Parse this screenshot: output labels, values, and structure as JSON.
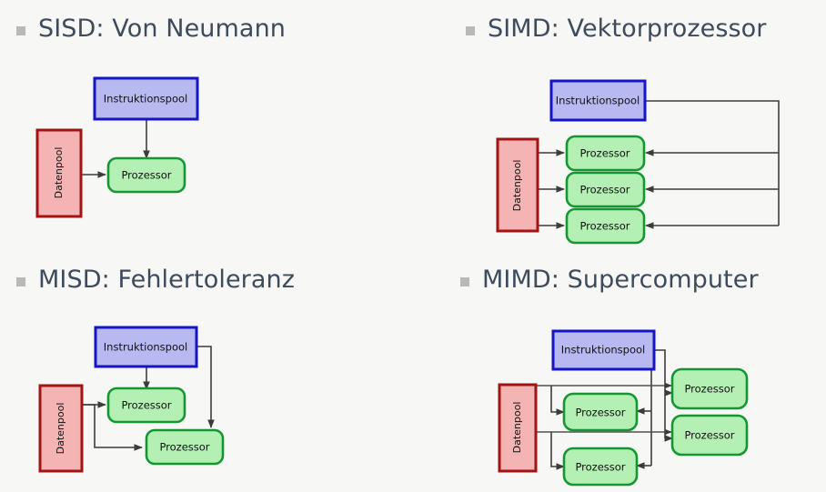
{
  "slide": {
    "background_color": "#f7f7f5",
    "bullet_color": "#b9b9b9",
    "title_color": "#3d4b5c"
  },
  "palette": {
    "instruction_fill": "#b9b9f2",
    "instruction_stroke": "#1414c8",
    "processor_fill": "#b4f0b4",
    "processor_stroke": "#149632",
    "data_fill": "#f5b4b4",
    "data_stroke": "#a01414",
    "arrow_color": "#3c3c3c"
  },
  "quadrants": [
    {
      "id": "sisd",
      "title": "SISD: Von Neumann",
      "bullet": "square-bullet",
      "nodes": {
        "instruction_pool": "Instruktionspool",
        "data_pool": "Datenpool",
        "processors": [
          "Prozessor"
        ]
      }
    },
    {
      "id": "simd",
      "title": "SIMD: Vektorprozessor",
      "bullet": "square-bullet",
      "nodes": {
        "instruction_pool": "Instruktionspool",
        "data_pool": "Datenpool",
        "processors": [
          "Prozessor",
          "Prozessor",
          "Prozessor"
        ]
      }
    },
    {
      "id": "misd",
      "title": "MISD: Fehlertoleranz",
      "bullet": "square-bullet",
      "nodes": {
        "instruction_pool": "Instruktionspool",
        "data_pool": "Datenpool",
        "processors": [
          "Prozessor",
          "Prozessor"
        ]
      }
    },
    {
      "id": "mimd",
      "title": "MIMD: Supercomputer",
      "bullet": "square-bullet",
      "nodes": {
        "instruction_pool": "Instruktionspool",
        "data_pool": "Datenpool",
        "processors": [
          "Prozessor",
          "Prozessor",
          "Prozessor",
          "Prozessor"
        ]
      }
    }
  ]
}
